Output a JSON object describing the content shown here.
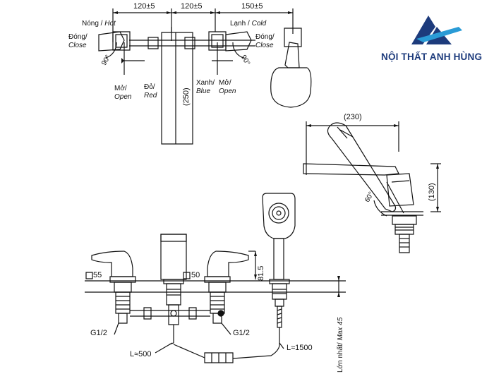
{
  "brand": {
    "name": "NỘI THẤT ANH HÙNG"
  },
  "dimensions": {
    "top_left": "120±5",
    "top_mid": "120±5",
    "top_right": "150±5",
    "spout_height": "(250)",
    "deck_length": "(230)",
    "deck_height": "(130)",
    "spout_side_height": "81.5",
    "sq55": "55",
    "sq50": "50",
    "thread_left": "G1/2",
    "thread_right": "G1/2",
    "hose_short": "L≈500",
    "hose_long": "L≈1500",
    "angle_left": "90°",
    "angle_right": "90°",
    "angle_side": "60°"
  },
  "labels": {
    "hot_vn": "Nóng /",
    "hot_en": "Hot",
    "close_left_vn": "Đóng/",
    "close_left_en": "Close",
    "open_left_vn": "Mở/",
    "open_left_en": "Open",
    "red_vn": "Đỏ/",
    "red_en": "Red",
    "cold_vn": "Lạnh /",
    "cold_en": "Cold",
    "close_right_vn": "Đóng/",
    "close_right_en": "Close",
    "blue_vn": "Xanh/",
    "blue_en": "Blue",
    "open_right_vn": "Mở/",
    "open_right_en": "Open",
    "max_vn": "Lớn nhất/",
    "max_en": "Max 45"
  }
}
